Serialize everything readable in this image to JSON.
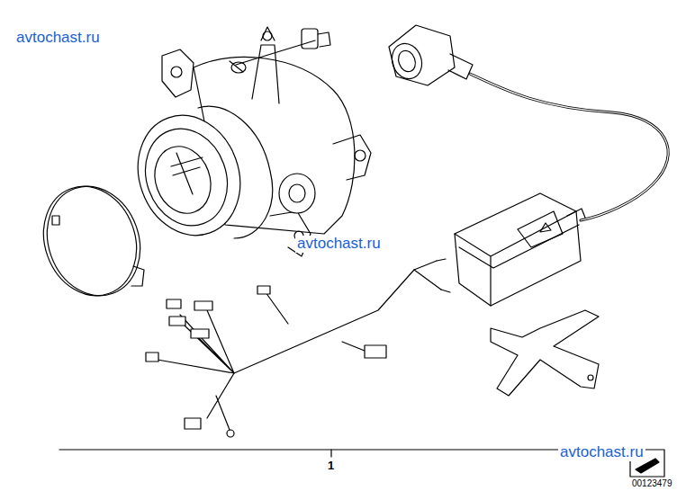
{
  "diagram": {
    "labels": [
      "avtochast.ru",
      "avtochast.ru",
      "avtochast.ru",
      "1",
      "00123479"
    ]
  }
}
